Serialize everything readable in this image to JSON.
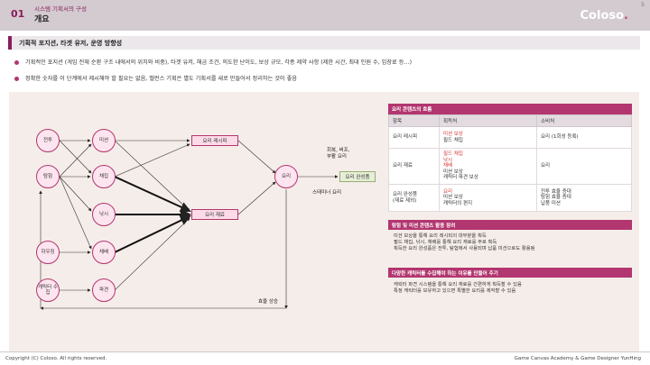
{
  "header": {
    "number": "01",
    "subtitle": "시스템 기획서의 구성",
    "title": "개요",
    "logo": "Coloso",
    "logo_dot": ".",
    "page": "5"
  },
  "section": {
    "title": "기획적 포지션, 타겟 유저, 운영 방향성"
  },
  "bullets": [
    "기획적인 포지션 (게임 전체 순환 구조 내에서의 위치와 비중), 타겟 유저, 해금 조건, 의도한 난이도, 보상 규모, 각종 제약 사항 (제한 시간, 최대 인원 수, 입장료 등…)",
    "정확한 숫자를 이 단계에서 제시해야 할 필요는 없음, 밸런스 기획은 별도 기획서를 새로 만들어서 정리하는 것이 좋음"
  ],
  "diagram": {
    "left_nodes": [
      "전투",
      "탐험",
      "하우징",
      "캐릭터 수집"
    ],
    "mid_nodes": [
      "미션",
      "채집",
      "낚시",
      "채배",
      "파견"
    ],
    "recipe_box": "요리 레시피",
    "ingredient_box": "요리 재료",
    "cook_node": "요리",
    "complete_box": "요리 완성품",
    "effect_label": [
      "회복, 버프,",
      "부활 요리"
    ],
    "stamina_label": "스태미너 요리",
    "efficiency_label": "효율 상승"
  },
  "table": {
    "caption": "요리 콘텐츠의 흐름",
    "headers": [
      "항목",
      "획득처",
      "소비처"
    ],
    "rows": [
      {
        "item": "요리 레시피",
        "obtain_red": [
          "미션 보상"
        ],
        "obtain": [
          "필드 채집"
        ],
        "consume": [
          "요리 (1회성 등록)"
        ]
      },
      {
        "item": "요리 재료",
        "obtain_red": [
          "필드 채집",
          "낚시",
          "채배"
        ],
        "obtain": [
          "미션 보상",
          "캐릭터 파견 보상"
        ],
        "consume": [
          "요리"
        ]
      },
      {
        "item": "요리 완성품\n(재료 제외)",
        "obtain_red": [
          "요리"
        ],
        "obtain": [
          "미션 보상",
          "캐릭터의 편지"
        ],
        "consume": [
          "전투 효율 증대",
          "탐험 효율 증대",
          "납품 미션"
        ]
      }
    ]
  },
  "boxes": [
    {
      "title": "탐험 및 미션 콘텐츠 활용 장려",
      "lines": [
        "미션 보상을 통해 요리 레시피의 대부분을 획득",
        "필드 채집, 낚시, 채배를 통해 요리 재료를 주로 획득",
        "획득한 요리 완성품은 전투, 탐험에서 사용되며 납품 미션으로도 활용됨"
      ]
    },
    {
      "title": "다양한 캐릭터를 수집해야 하는 이유를 만들어 주기",
      "lines": [
        "캐릭터 파견 시스템을 통해 요리 재료를 간편하게 획득할 수 있음",
        "특정 캐릭터를 보유하고 있으면 특별한 요리를 제작할 수 있음"
      ]
    }
  ],
  "footer": {
    "left": "Copyright (C) Coloso. All rights reserved.",
    "right": "Game Canvas Academy & Game Designer YunHing"
  },
  "colors": {
    "accent": "#b2366f",
    "accent_dark": "#8a1c5a",
    "header_bg": "#d3cbd0",
    "panel_bg": "#f5ede9"
  }
}
